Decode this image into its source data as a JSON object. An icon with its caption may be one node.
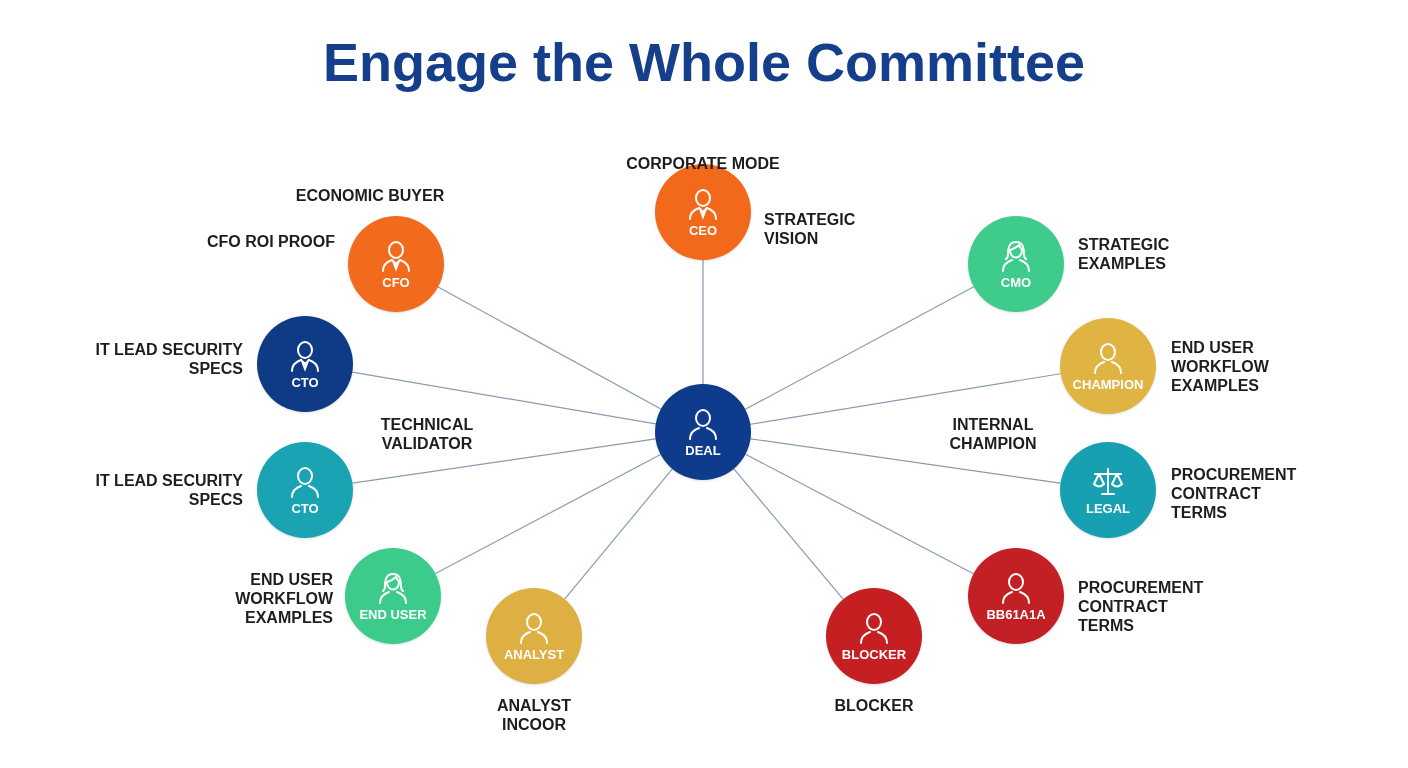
{
  "diagram": {
    "title": "Engage the Whole Committee",
    "nodes": [
      {
        "text": [
          "DEAL"
        ]
      },
      {
        "text": [
          "CEO"
        ],
        "beside": [
          "STRATEGIC VISION"
        ]
      },
      {
        "text": [
          "CFO"
        ],
        "beside": [
          "CFO ROI PROOF"
        ]
      },
      {
        "text": [
          "CMO"
        ],
        "beside": [
          "STRATEGIC EXAMPLES"
        ]
      },
      {
        "text": [
          "CTO"
        ],
        "beside": [
          "IT LEAD SECURITY SPECS"
        ]
      },
      {
        "text": [
          "CHAMPION"
        ],
        "beside": [
          "END USER WORKFLOW EXAMPLES"
        ]
      },
      {
        "text": [
          "CTO"
        ],
        "beside": [
          "IT LEAD SECURITY SPECS"
        ]
      },
      {
        "text": [
          "LEGAL"
        ],
        "beside": [
          "PROCUREMENT CONTRACT TERMS"
        ]
      },
      {
        "text": [
          "END USER"
        ],
        "beside": [
          "END USER WORKFLOW EXAMPLES"
        ]
      },
      {
        "text": [
          "BB61A1A"
        ],
        "beside": [
          "PROCUREMENT CONTRACT TERMS"
        ]
      },
      {
        "text": [
          "ANALYST"
        ],
        "beside": [
          "ANALYST INCOOR"
        ]
      },
      {
        "text": [
          "BLOCKER"
        ],
        "beside": [
          "BLOCKER"
        ]
      }
    ],
    "edges": [
      {
        "from": 0,
        "to": 1,
        "arrow": "none"
      },
      {
        "from": 0,
        "to": 2,
        "arrow": "none"
      },
      {
        "from": 0,
        "to": 3,
        "arrow": "none"
      },
      {
        "from": 0,
        "to": 4,
        "arrow": "none"
      },
      {
        "from": 0,
        "to": 5,
        "arrow": "none"
      },
      {
        "from": 0,
        "to": 6,
        "arrow": "none"
      },
      {
        "from": 0,
        "to": 7,
        "arrow": "none"
      },
      {
        "from": 0,
        "to": 8,
        "arrow": "none"
      },
      {
        "from": 0,
        "to": 9,
        "arrow": "none"
      },
      {
        "from": 0,
        "to": 10,
        "arrow": "none"
      },
      {
        "from": 0,
        "to": 11,
        "arrow": "none"
      }
    ],
    "labels": [
      "CORPORATE MODE",
      "ECONOMIC BUYER",
      "TECHNICAL VALIDATOR",
      "INTERNAL CHAMPION"
    ]
  }
}
